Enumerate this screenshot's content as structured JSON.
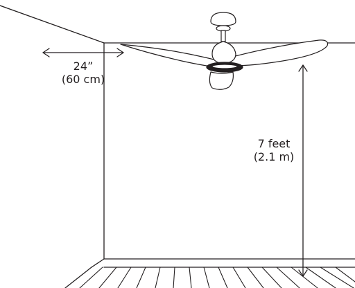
{
  "labels": {
    "wall_clearance": {
      "imperial": "24”",
      "metric": "(60 cm)"
    },
    "floor_clearance": {
      "imperial": "7 feet",
      "metric": "(2.1 m)"
    }
  },
  "colors": {
    "line": "#231f20",
    "fan_body": "#ffffff",
    "fan_dark_ring": "#231f20"
  },
  "icons": {
    "fan": "ceiling-fan-icon",
    "arrow_horizontal": "double-arrow-horizontal-icon",
    "arrow_vertical": "double-arrow-vertical-icon"
  }
}
